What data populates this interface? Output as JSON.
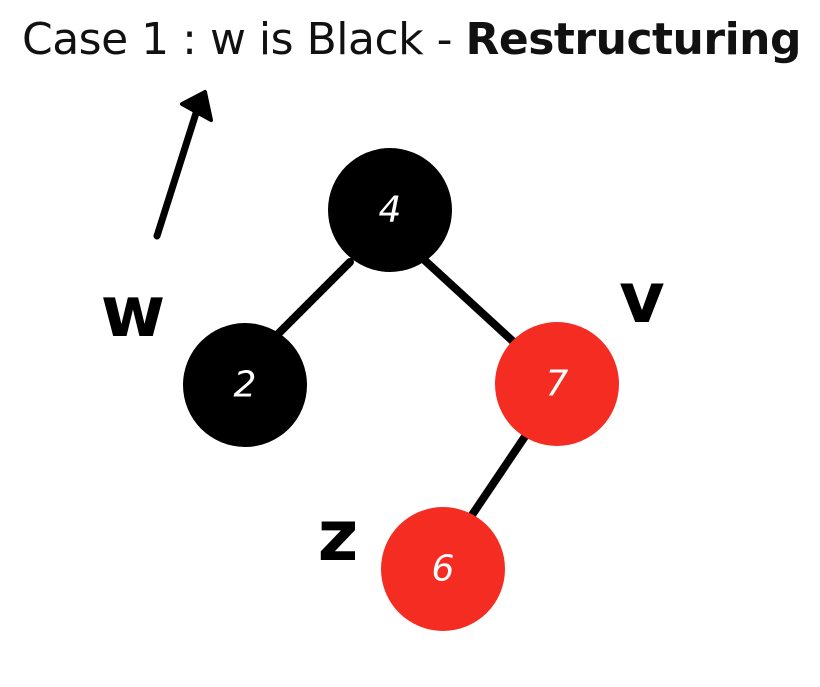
{
  "title": {
    "prefix": "Case 1 : w is Black - ",
    "emphasis": "Restructuring"
  },
  "colors": {
    "black_node": "#000000",
    "red_node": "#f42c22",
    "edge": "#000000",
    "node_text": "#ffffff"
  },
  "nodes": [
    {
      "id": "n4",
      "label": "4",
      "color": "black"
    },
    {
      "id": "n2",
      "label": "2",
      "color": "black"
    },
    {
      "id": "n7",
      "label": "7",
      "color": "red"
    },
    {
      "id": "n6",
      "label": "6",
      "color": "red"
    }
  ],
  "edges": [
    {
      "from": "n4",
      "to": "n2"
    },
    {
      "from": "n4",
      "to": "n7"
    },
    {
      "from": "n7",
      "to": "n6"
    }
  ],
  "tags": {
    "w": "w",
    "v": "v",
    "z": "z"
  },
  "icons": {
    "pointer": "arrow-up-right-icon"
  }
}
